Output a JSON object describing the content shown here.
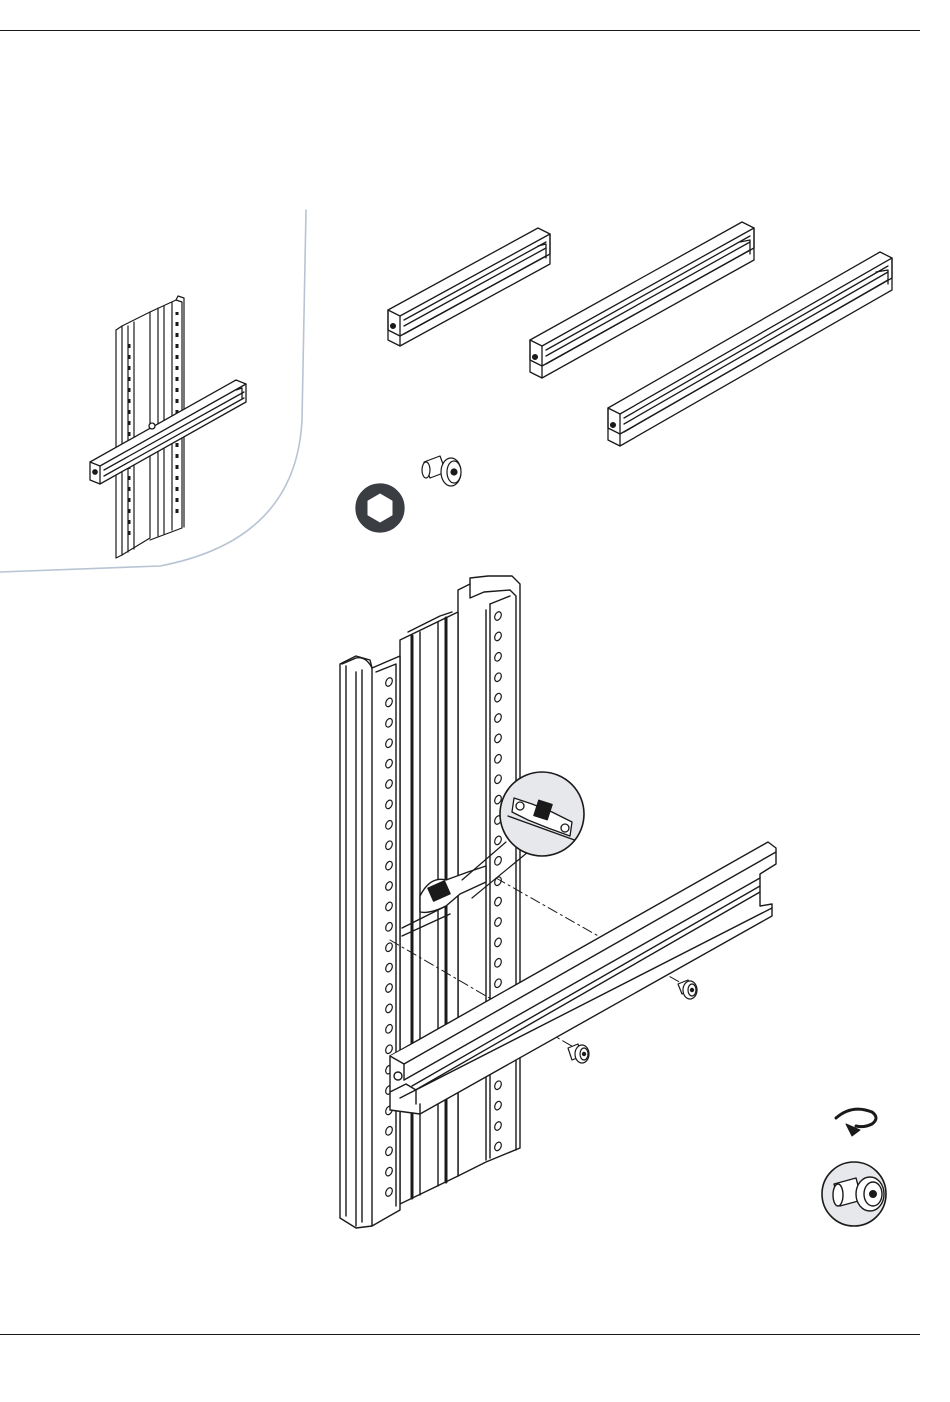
{
  "page": {
    "background": "#ffffff",
    "line_color": "#1a1a1a",
    "accent_color": "#b8c4d4",
    "callout_fill": "#e6e8ec"
  },
  "overview": {
    "parts": [
      "upright-post",
      "crossbar"
    ]
  },
  "parts": {
    "crossbars": [
      "short-crossbar",
      "medium-crossbar",
      "long-crossbar"
    ],
    "hardware": [
      "hex-key-icon",
      "flange-screw"
    ]
  },
  "assembly": {
    "icons": [
      "rotate-clockwise-icon",
      "screw-detail-icon"
    ],
    "callout": "t-nut-detail"
  }
}
